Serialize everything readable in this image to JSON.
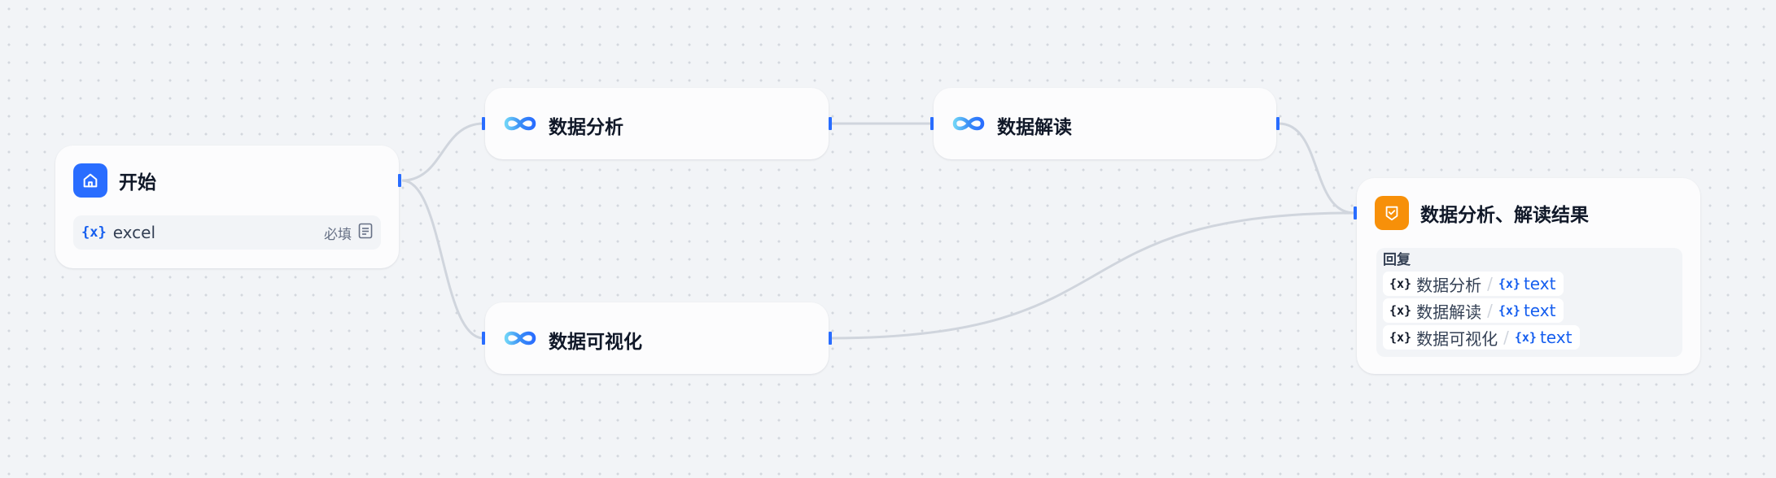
{
  "nodes": {
    "start": {
      "title": "开始",
      "icon": "home-icon",
      "variable": {
        "icon_text": "{x}",
        "name": "excel",
        "required_label": "必填",
        "type_icon": "document-icon"
      }
    },
    "analysis": {
      "title": "数据分析",
      "icon": "infinity-llm-icon"
    },
    "interpret": {
      "title": "数据解读",
      "icon": "infinity-llm-icon"
    },
    "visualize": {
      "title": "数据可视化",
      "icon": "infinity-llm-icon"
    },
    "answer": {
      "title": "数据分析、解读结果",
      "icon": "answer-check-icon",
      "reply_label": "回复",
      "refs": [
        {
          "icon_text": "{x}",
          "node": "数据分析",
          "sep": "/",
          "var_icon": "{x}",
          "var": "text"
        },
        {
          "icon_text": "{x}",
          "node": "数据解读",
          "sep": "/",
          "var_icon": "{x}",
          "var": "text"
        },
        {
          "icon_text": "{x}",
          "node": "数据可视化",
          "sep": "/",
          "var_icon": "{x}",
          "var": "text"
        }
      ]
    }
  },
  "colors": {
    "canvas_bg": "#f2f4f7",
    "accent_blue": "#296dff",
    "answer_orange": "#f79009",
    "edge": "#d0d5dd"
  }
}
